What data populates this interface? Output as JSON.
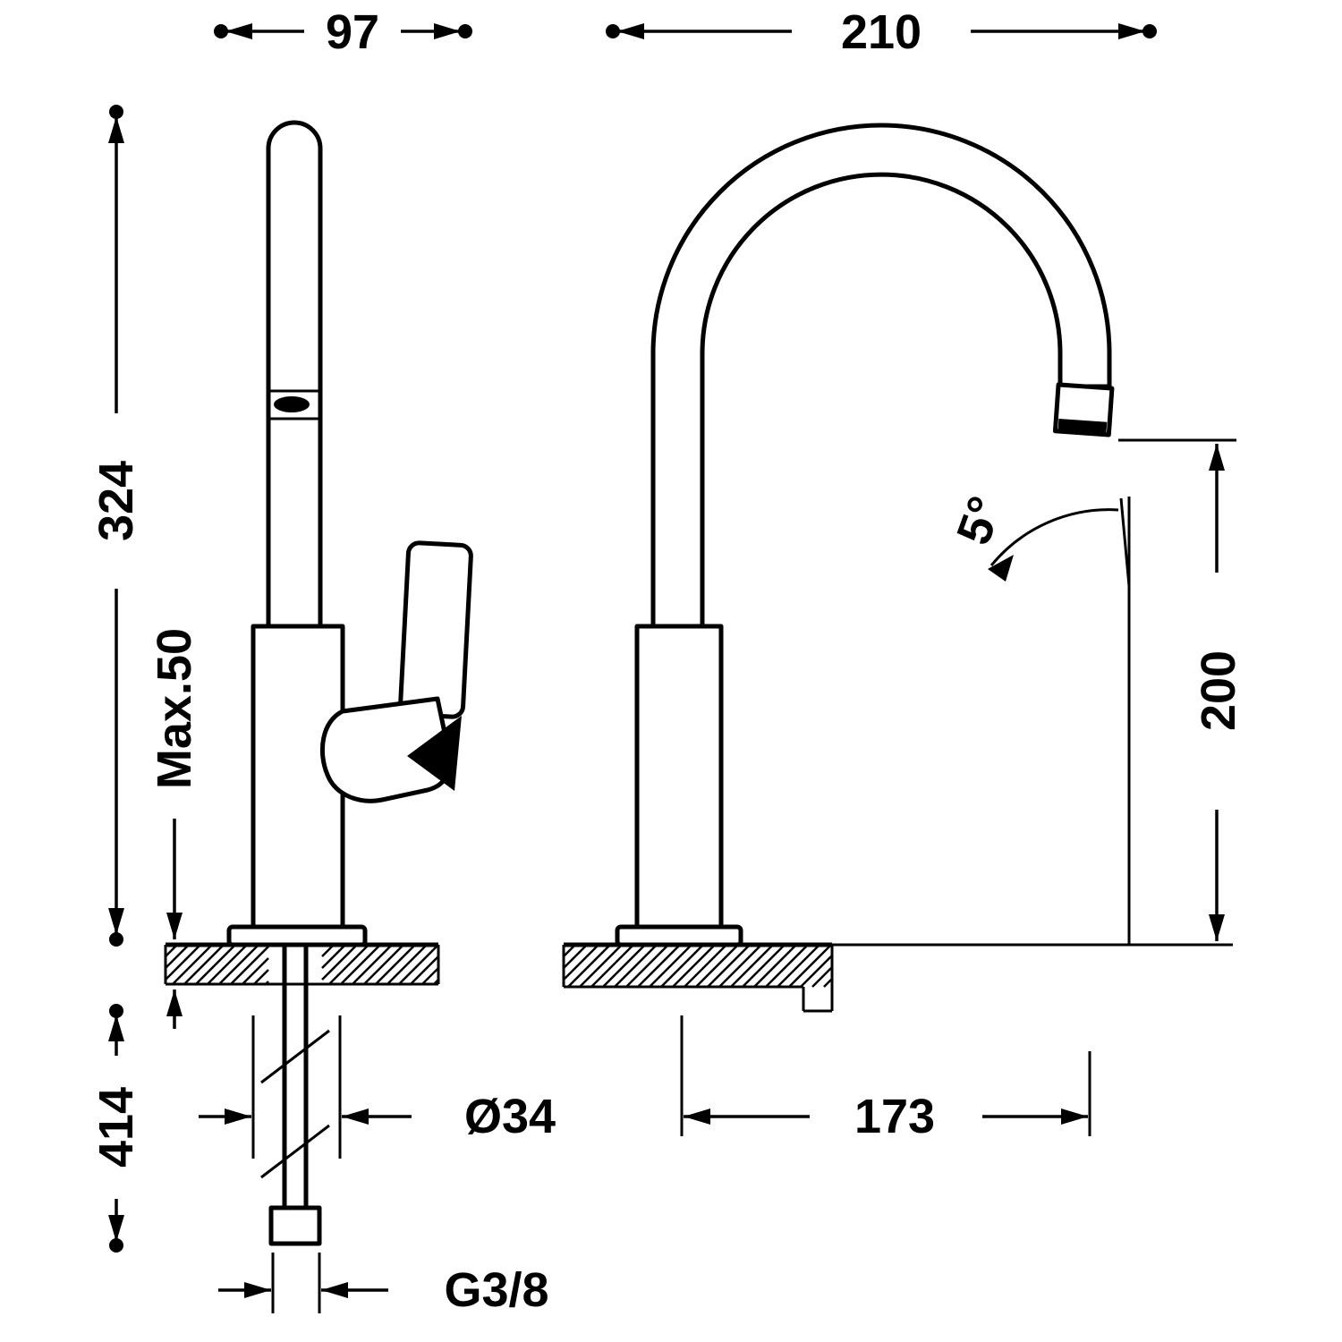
{
  "drawing": {
    "background": "#ffffff",
    "line_color": "#000000",
    "labels": {
      "dim_97": "97",
      "dim_210": "210",
      "dim_324": "324",
      "dim_max50": "Max.50",
      "dim_414": "414",
      "dim_d34": "Ø34",
      "dim_g38": "G3/8",
      "dim_173": "173",
      "dim_200": "200",
      "dim_5deg": "5°"
    }
  }
}
